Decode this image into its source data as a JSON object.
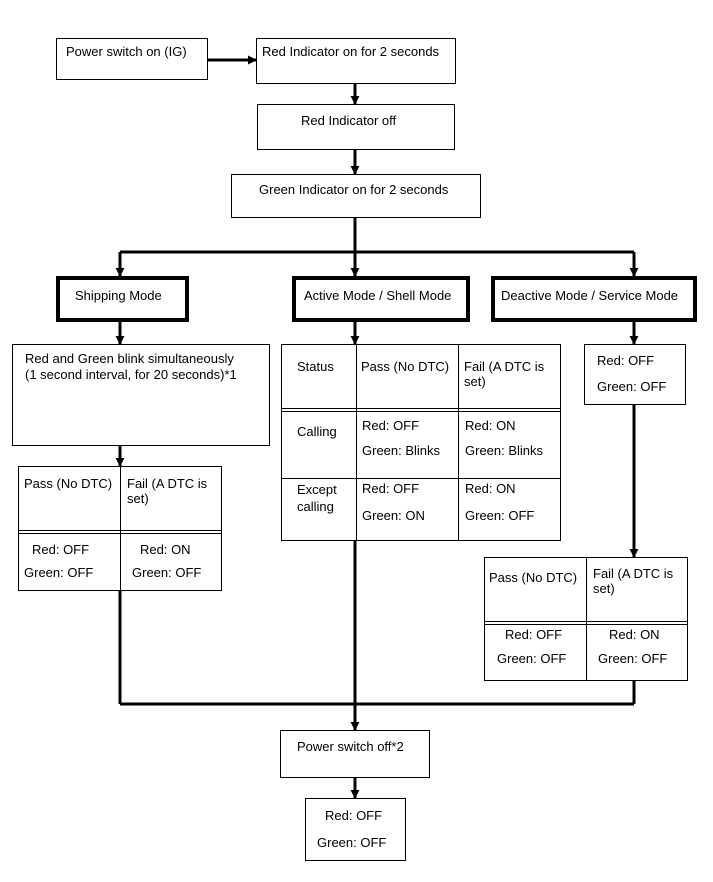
{
  "flow": {
    "power_on": "Power switch on (IG)",
    "red_on": "Red Indicator on for 2 seconds",
    "red_off": "Red Indicator off",
    "green_on": "Green Indicator on for 2 seconds",
    "shipping_mode": "Shipping Mode",
    "active_mode": "Active Mode / Shell Mode",
    "deactive_mode": "Deactive Mode / Service Mode",
    "blink_line1": "Red and Green blink simultaneously",
    "blink_line2": "(1 second interval, for 20 seconds)*1",
    "power_off": "Power switch off*2"
  },
  "shipping_table": {
    "pass_header": "Pass (No DTC)",
    "fail_header": "Fail (A DTC is\nset)",
    "pass_red": "Red: OFF",
    "pass_green": "Green: OFF",
    "fail_red": "Red: ON",
    "fail_green": "Green: OFF"
  },
  "active_table": {
    "status_header": "Status",
    "pass_header": "Pass (No DTC)",
    "fail_header": "Fail (A DTC is\nset)",
    "calling_label": "Calling",
    "calling_pass_red": "Red: OFF",
    "calling_pass_green": "Green: Blinks",
    "calling_fail_red": "Red: ON",
    "calling_fail_green": "Green: Blinks",
    "except_label": "Except\ncalling",
    "except_pass_red": "Red: OFF",
    "except_pass_green": "Green: ON",
    "except_fail_red": "Red: ON",
    "except_fail_green": "Green: OFF"
  },
  "deactive_status": {
    "red": "Red: OFF",
    "green": "Green: OFF"
  },
  "deactive_table": {
    "pass_header": "Pass (No DTC)",
    "fail_header": "Fail (A DTC is\nset)",
    "pass_red": "Red: OFF",
    "pass_green": "Green: OFF",
    "fail_red": "Red: ON",
    "fail_green": "Green: OFF"
  },
  "final_status": {
    "red": "Red: OFF",
    "green": "Green: OFF"
  }
}
